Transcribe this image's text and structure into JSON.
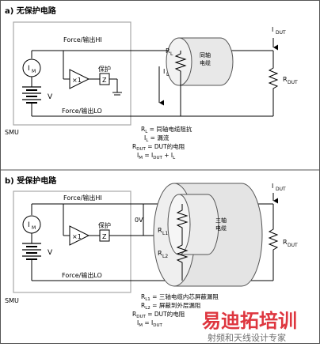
{
  "section_a": {
    "title": "a) 无保护电路",
    "force_hi": "Force/输出HI",
    "force_lo": "Force/输出LO",
    "meter": "I",
    "meter_sub": "M",
    "source_v": "V",
    "buffer": "×1",
    "protect_label": "保护",
    "z": "Z",
    "rl": "R",
    "rl_sub": "L",
    "il": "I",
    "il_sub": "L",
    "coax": "同轴电缆",
    "idut": "I",
    "idut_sub": "DUT",
    "rdut": "R",
    "rdut_sub": "DUT",
    "smu": "SMU",
    "legend": [
      "R_L = 同轴电缆阻抗",
      "I_L = 漏流",
      "R_DUT = DUT的电阻",
      "I_M = I_DUT + I_L"
    ]
  },
  "section_b": {
    "title": "b) 受保护电路",
    "force_hi": "Force/输出HI",
    "force_lo": "Force/输出LO",
    "meter": "I",
    "meter_sub": "M",
    "source_v": "V",
    "buffer": "×1",
    "protect_label": "保护",
    "z": "Z",
    "zero_v": "0V",
    "rl1": "R",
    "rl1_sub": "L1",
    "rl2": "R",
    "rl2_sub": "L2",
    "triax": "三轴电缆",
    "idut": "I",
    "idut_sub": "DUT",
    "rdut": "R",
    "rdut_sub": "DUT",
    "smu": "SMU",
    "legend": [
      "R_L1 = 三轴电缆内芯屏蔽漏阻",
      "R_L2 = 屏蔽到外层漏阻",
      "R_DUT = DUT的电阻",
      "I_M = I_DUT"
    ]
  },
  "watermark": {
    "main": "易迪拓培训",
    "sub": "射频和天线设计专家"
  },
  "colors": {
    "wire": "#000000",
    "box_border": "#a8a8a8",
    "cable_fill": "#e6e6e6",
    "watermark_red": "#d9131e",
    "watermark_grey": "#6d6d6d"
  }
}
